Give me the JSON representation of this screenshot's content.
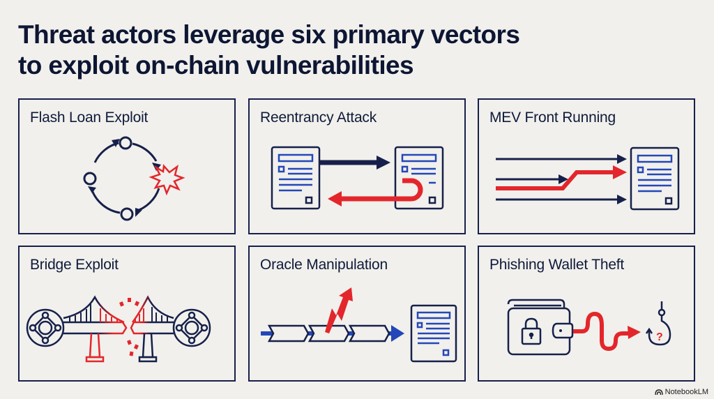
{
  "title": {
    "line1": "Threat actors leverage six primary vectors",
    "line2": "to exploit on-chain vulnerabilities"
  },
  "cards": [
    {
      "label": "Flash Loan Exploit",
      "icon": "cycle-explosion-icon"
    },
    {
      "label": "Reentrancy Attack",
      "icon": "contract-loop-icon"
    },
    {
      "label": "MEV Front Running",
      "icon": "front-run-arrows-icon"
    },
    {
      "label": "Bridge Exploit",
      "icon": "broken-bridge-icon"
    },
    {
      "label": "Oracle Manipulation",
      "icon": "manipulated-feed-icon"
    },
    {
      "label": "Phishing Wallet Theft",
      "icon": "wallet-hook-icon"
    }
  ],
  "colors": {
    "navy": "#16204a",
    "red": "#e3262b",
    "blue": "#2447b8",
    "background": "#f1f0ec"
  },
  "brand": {
    "label": "NotebookLM",
    "icon": "notebooklm-logo-icon"
  }
}
